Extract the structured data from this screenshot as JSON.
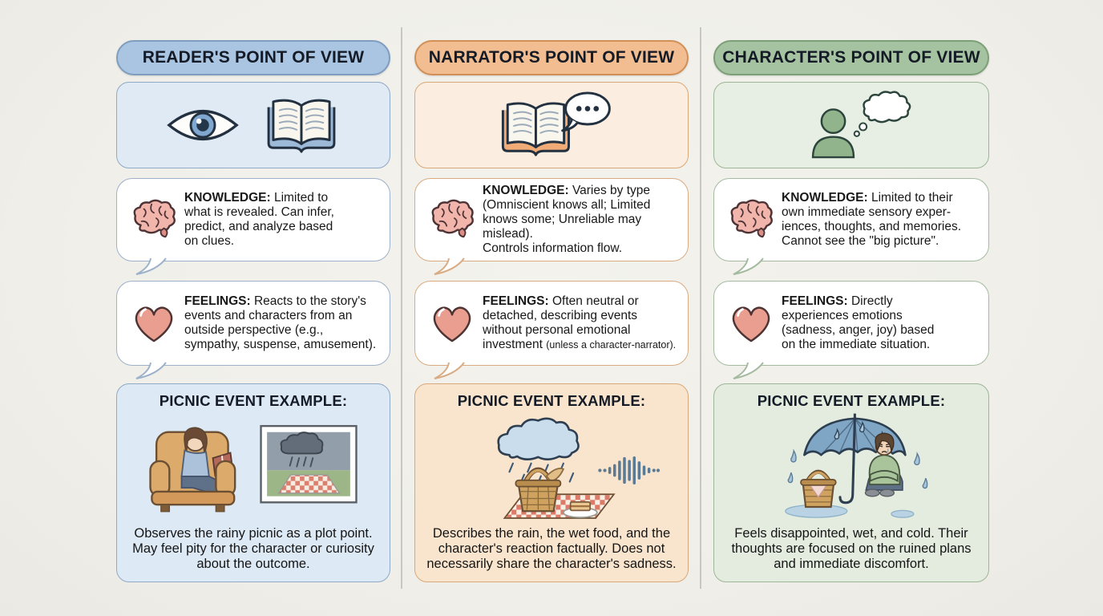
{
  "page": {
    "background": "#f0efe9",
    "divider_color": "#c9c7c1"
  },
  "section_icons": {
    "knowledge": "brain-icon",
    "feelings": "heart-icon"
  },
  "columns": [
    {
      "id": "reader",
      "title": "READER'S POINT OF VIEW",
      "header_icons": [
        "eye-icon",
        "open-book-icon"
      ],
      "colors": {
        "pill_fill": "#a9c5e1",
        "pill_border": "#7e9dbf",
        "box_fill": "#e0eaf4",
        "box_border": "#8fa9c7",
        "bubble_border": "#9db1c9",
        "example_fill": "#dde9f4",
        "example_border": "#8fa9c7"
      },
      "knowledge": {
        "label": "KNOWLEDGE:",
        "text": "Limited to\nwhat is revealed. Can infer,\npredict, and analyze based\non clues."
      },
      "feelings": {
        "label": "FEELINGS:",
        "text": "Reacts to the story's\nevents and characters from an\noutside perspective (e.g.,\nsympathy, suspense, amusement)."
      },
      "example": {
        "title": "PICNIC EVENT EXAMPLE:",
        "illustration": "reader-in-armchair-with-framed-rainy-picnic-picture",
        "caption": "Observes the rainy picnic as a plot point.\nMay feel pity for the character or curiosity\nabout the outcome."
      }
    },
    {
      "id": "narrator",
      "title": "NARRATOR'S POINT OF VIEW",
      "header_icons": [
        "open-book-icon",
        "speech-bubble-icon"
      ],
      "colors": {
        "pill_fill": "#f2bd90",
        "pill_border": "#d09058",
        "box_fill": "#fbeee0",
        "box_border": "#d8a878",
        "bubble_border": "#d8ab82",
        "example_fill": "#f9e5cd",
        "example_border": "#d8a878"
      },
      "knowledge": {
        "label": "KNOWLEDGE:",
        "text": "Varies by type\n(Omniscient knows all; Limited\nknows some; Unreliable may\nmislead).\nControls information flow."
      },
      "feelings": {
        "label": "FEELINGS:",
        "text": "Often neutral or\ndetached, describing events\nwithout personal emotional\ninvestment",
        "note": "(unless a character-narrator)."
      },
      "example": {
        "title": "PICNIC EVENT EXAMPLE:",
        "illustration": "rain-cloud-over-picnic-basket-with-sound-wave",
        "caption": "Describes the rain, the wet food, and the\ncharacter's reaction factually. Does not\nnecessarily share the character's sadness."
      }
    },
    {
      "id": "character",
      "title": "CHARACTER'S POINT OF VIEW",
      "header_icons": [
        "person-icon",
        "thought-bubble-icon"
      ],
      "colors": {
        "pill_fill": "#a6c3a1",
        "pill_border": "#7d9f78",
        "box_fill": "#e7eee3",
        "box_border": "#9cb697",
        "bubble_border": "#a4bba0",
        "example_fill": "#e3ecdf",
        "example_border": "#9cb697"
      },
      "knowledge": {
        "label": "KNOWLEDGE:",
        "text": "Limited to their\nown immediate sensory exper-\niences, thoughts, and memories.\nCannot see the \"big picture\"."
      },
      "feelings": {
        "label": "FEELINGS:",
        "text": "Directly\nexperiences emotions\n(sadness, anger, joy) based\non the immediate situation."
      },
      "example": {
        "title": "PICNIC EVENT EXAMPLE:",
        "illustration": "sad-person-under-umbrella-in-rain-with-basket",
        "caption": "Feels disappointed, wet, and cold. Their\nthoughts are focused on the ruined plans\nand immediate discomfort."
      }
    }
  ]
}
